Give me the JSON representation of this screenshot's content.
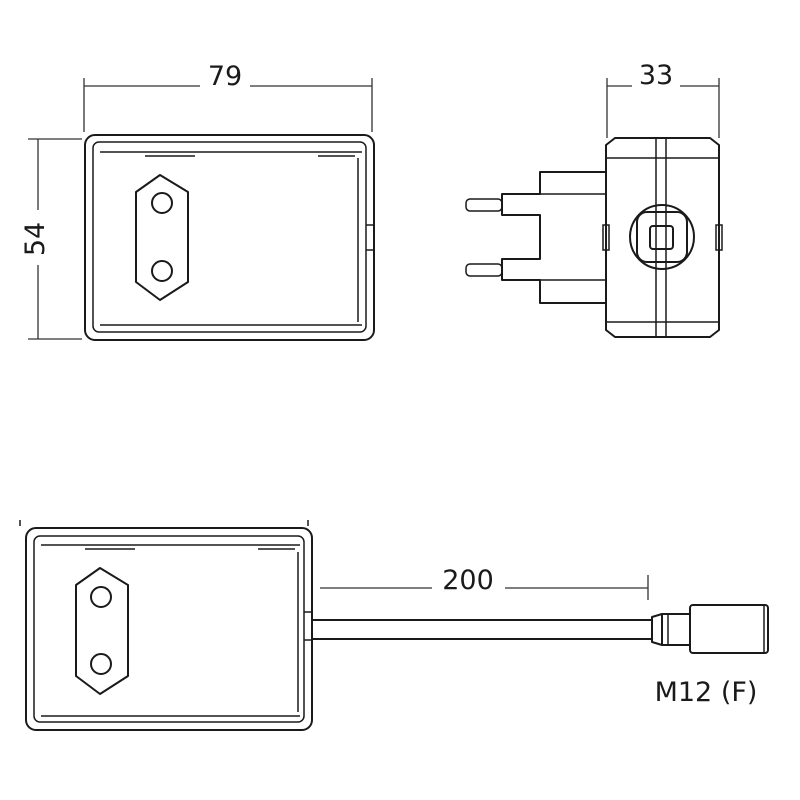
{
  "dimensions": {
    "width": "79",
    "depth": "33",
    "height": "54",
    "cable_length": "200"
  },
  "labels": {
    "connector": "M12 (F)"
  },
  "colors": {
    "line": "#1a1a1a",
    "background": "#ffffff"
  }
}
